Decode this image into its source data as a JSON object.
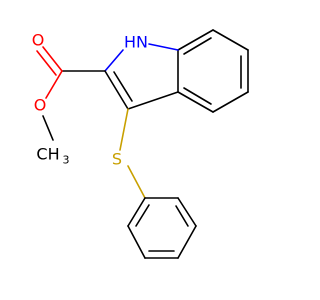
{
  "molecule": {
    "atoms": {
      "oxygen_carbonyl": "O",
      "oxygen_ester": "O",
      "nitrogen": "HN",
      "sulfur": "S",
      "methyl_main": "CH",
      "methyl_sub": "3"
    },
    "colors": {
      "bond": "#000000",
      "oxygen": "#ff0000",
      "nitrogen": "#0000ff",
      "sulfur": "#c8a000"
    }
  }
}
